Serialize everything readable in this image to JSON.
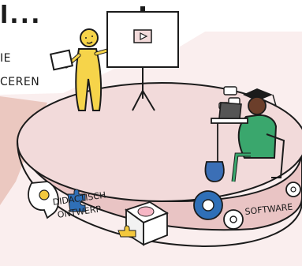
{
  "header": {
    "title_fragment": "l...",
    "line_1": "IE",
    "line_2": "CEREN"
  },
  "platform": {
    "labels": {
      "design": "DIDACTISCH",
      "design_2": "ONTWERP",
      "software": "SOFTWARE"
    }
  },
  "colors": {
    "platform_top": "#f2dada",
    "platform_side": "#e9c4c4",
    "left_shadow": "#f0cfcf",
    "figure_yellow": "#f6d44a",
    "student_green": "#3aa76d",
    "student_skin": "#6b3e2a",
    "backpack_blue": "#3b6fb6",
    "gear_blue": "#2f6fb7",
    "puzzle_yellow": "#f3c83d",
    "outline": "#1b1b1b"
  },
  "icons": [
    "lightbulb-head-icon",
    "puzzle-piece-icon",
    "brain-box-icon",
    "gear-icon",
    "play-icon",
    "chat-bubble-icon",
    "graduation-cap-icon"
  ]
}
